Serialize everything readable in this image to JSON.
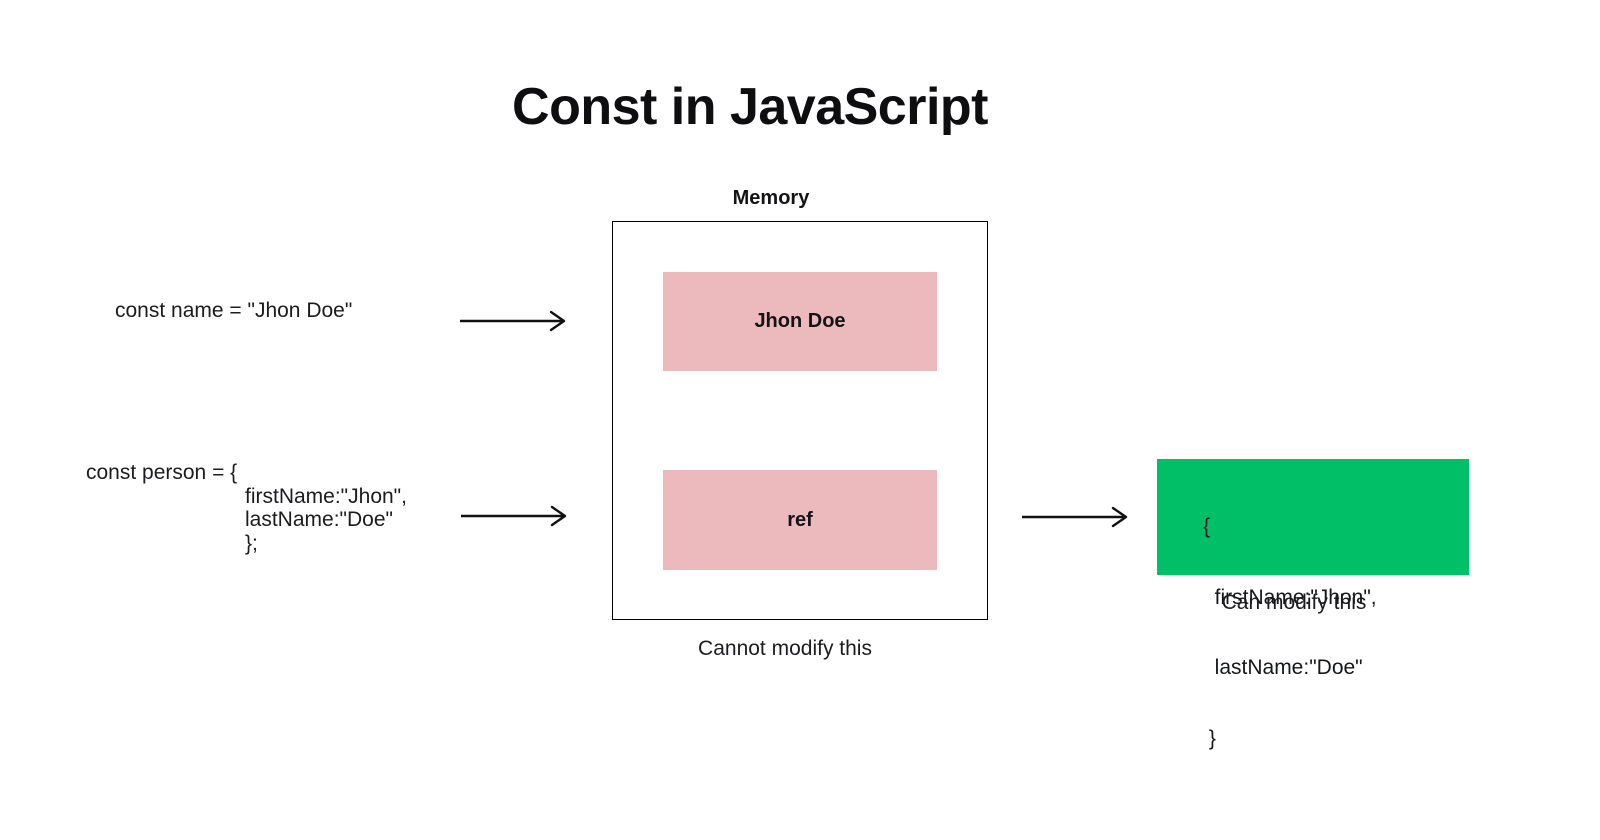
{
  "title": "Const in JavaScript",
  "memory": {
    "label": "Memory",
    "cells": [
      {
        "label": "Jhon Doe"
      },
      {
        "label": "ref"
      }
    ],
    "caption": "Cannot modify this"
  },
  "code": {
    "name_declaration": "const name = \"Jhon Doe\"",
    "person_lines": [
      "const person = {",
      "firstName:\"Jhon\",",
      "lastName:\"Doe\"",
      "};"
    ]
  },
  "heap_object": {
    "lines": [
      "{",
      "  firstName:\"Jhon\",",
      "  lastName:\"Doe\"",
      " }"
    ],
    "caption": "Can modify this"
  },
  "icons": {
    "connectors": "arrow-right-icon"
  },
  "colors": {
    "pink_cell": "#ecbabd",
    "green_box": "#00bf66",
    "ink": "#1c1c1f",
    "border": "#000000",
    "background": "#ffffff"
  }
}
